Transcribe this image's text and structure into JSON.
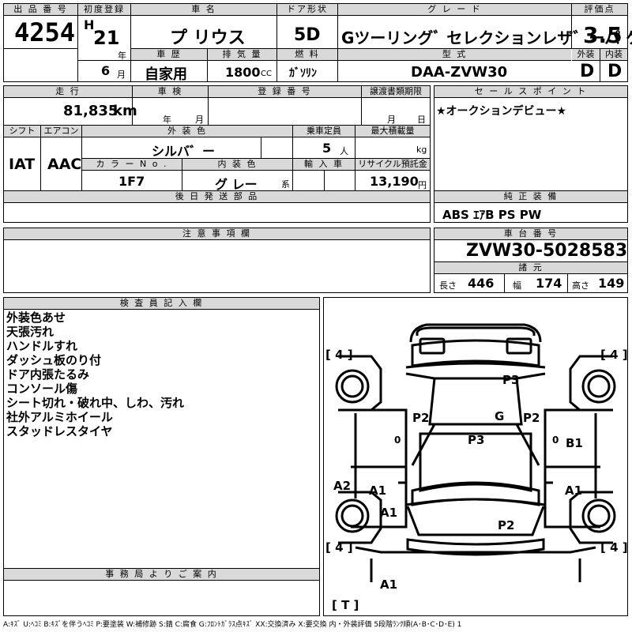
{
  "header": {
    "lot_no_label": "出 品 番 号",
    "lot_no": "4254",
    "first_reg_label": "初度登録",
    "era": "H",
    "year": "21",
    "year_unit": "年",
    "month": "6",
    "month_unit": "月",
    "car_name_label": "車 名",
    "car_name": "プ リウス",
    "door_label": "ドア形状",
    "door": "5D",
    "grade_label": "グ レ ー ド",
    "grade": "Gツーリングﾞ セレクションレザ゛ーパ ケ",
    "score_label": "評価点",
    "score": "3.5",
    "history_label": "車 歴",
    "history": "自家用",
    "displacement_label": "排 気 量",
    "displacement": "1800",
    "displacement_unit": "CC",
    "fuel_label": "燃 料",
    "fuel": "ｶﾞｿﾘﾝ",
    "model_label": "型 式",
    "model": "DAA-ZVW30",
    "exterior_label": "外装",
    "exterior": "D",
    "interior_label": "内装",
    "interior": "D"
  },
  "row2": {
    "mileage_label": "走 行",
    "mileage": "81,835",
    "mileage_unit": "km",
    "inspection_label": "車 検",
    "inspection_year_unit": "年",
    "inspection_month_unit": "月",
    "registration_label": "登 録 番 号",
    "transfer_label": "譲渡書類期限",
    "transfer_month_unit": "月",
    "transfer_day_unit": "日",
    "sales_point_label": "セ ー ル ス ポ イ ン ト",
    "sales_point": "★オークションデビュー★",
    "shift_label": "シフト",
    "shift": "IAT",
    "aircon_label": "エアコン",
    "aircon": "AAC",
    "exterior_color_label": "外 装 色",
    "exterior_color": "シルバ゛ー",
    "capacity_label": "乗車定員",
    "capacity": "5",
    "capacity_unit": "人",
    "max_load_label": "最大積載量",
    "max_load_unit": "kg",
    "color_no_label": "カ ラ ー N o .",
    "color_no": "1F7",
    "interior_color_label": "内 装 色",
    "interior_color": "グ レー",
    "interior_color_suffix": "系",
    "import_label": "輸 入 車",
    "recycle_label": "リサイクル預託金",
    "recycle": "13,190",
    "recycle_unit": "円",
    "later_parts_label": "後 日 発 送 部 品",
    "equipment_label": "純 正 装 備",
    "equipment": "ABS ｴｱB PS PW"
  },
  "notes_section": {
    "caution_label": "注 意 事 項 欄",
    "chassis_label": "車 台 番 号",
    "chassis": "ZVW30-5028583",
    "specs_label": "諸 元",
    "length_label": "長さ",
    "length": "446",
    "width_label": "幅",
    "width": "174",
    "height_label": "高さ",
    "height": "149"
  },
  "inspector": {
    "label": "検 査 員 記 入 欄",
    "notes": [
      "外装色あせ",
      "天張汚れ",
      "ハンドルすれ",
      "ダッシュ板のり付",
      "ドア内張たるみ",
      "コンソール傷",
      "シート切れ・破れ中、しわ、汚れ",
      "社外アルミホイール",
      "スタッドレスタイヤ"
    ]
  },
  "office": {
    "label": "事 務 局 よ り ご 案 内"
  },
  "diagram": {
    "tire_tl": "[ 4 ]",
    "tire_tr": "[ 4 ]",
    "tire_bl": "[ 4 ]",
    "tire_br": "[ 4 ]",
    "trunk": "[ T ]",
    "marks": {
      "p3_roof": "P3",
      "p2_left": "P2",
      "g": "G",
      "p2_right": "P2",
      "p3_center": "P3",
      "zero_left": "0",
      "zero_right": "0",
      "b1": "B1",
      "a2": "A2",
      "a1_door_left": "A1",
      "a1_door_right": "A1",
      "a1_fender": "A1",
      "p2_hood": "P2",
      "a1_bumper": "A1"
    }
  },
  "legend": "A:ｷｽﾞ U:ﾍｺﾐ B:ｷｽﾞを伴うﾍｺﾐ P:要塗装 W:補修跡 S:錆 C:腐食 G:ﾌﾛﾝﾄｶﾞﾗｽ点ｷｽﾞ XX:交換済み X:要交換 内・外装評価 5段階ﾗﾝｸ順(A･B･C･D･E) 1"
}
